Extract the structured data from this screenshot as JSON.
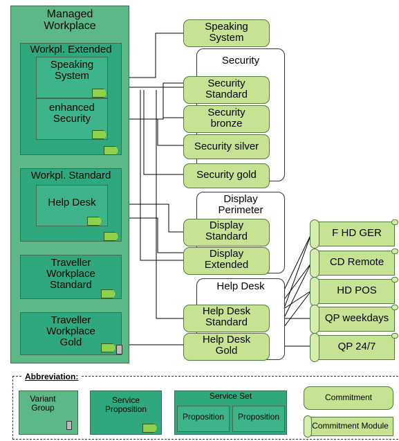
{
  "managed": {
    "title": "Managed\nWorkplace",
    "ext_title": "Workpl. Extended",
    "speaking": "Speaking\nSystem",
    "enhanced": "enhanced\nSecurity",
    "std_title": "Workpl. Standard",
    "helpdesk": "Help Desk",
    "traveller_std": "Traveller\nWorkplace\nStandard",
    "traveller_gold": "Traveller\nWorkplace\nGold"
  },
  "middle": {
    "speaking_system": "Speaking\nSystem",
    "security_header": "Security",
    "sec_standard": "Security\nStandard",
    "sec_bronze": "Security\nbronze",
    "sec_silver": "Security silver",
    "sec_gold": "Security gold",
    "display_header": "Display\nPerimeter",
    "display_standard": "Display\nStandard",
    "display_extended": "Display\nExtended",
    "helpdesk_header": "Help Desk",
    "hd_standard": "Help Desk\nStandard",
    "hd_gold": "Help Desk\nGold"
  },
  "modules": [
    "F HD GER",
    "CD Remote",
    "HD POS",
    "QP weekdays",
    "QP 24/7"
  ],
  "legend": {
    "title": "Abbreviation:",
    "variant_group": "Variant\nGroup",
    "service_proposition": "Service\nProposition",
    "service_set": "Service Set",
    "proposition_1": "Proposition",
    "proposition_2": "Proposition",
    "commitment": "Commitment",
    "commitment_module": "Commitment Module"
  },
  "colors": {
    "group_fill": "#5cb886",
    "proposition_fill": "#2fa87e",
    "commitment_fill": "#c6e393",
    "chip_fill": "#8dd24a"
  }
}
